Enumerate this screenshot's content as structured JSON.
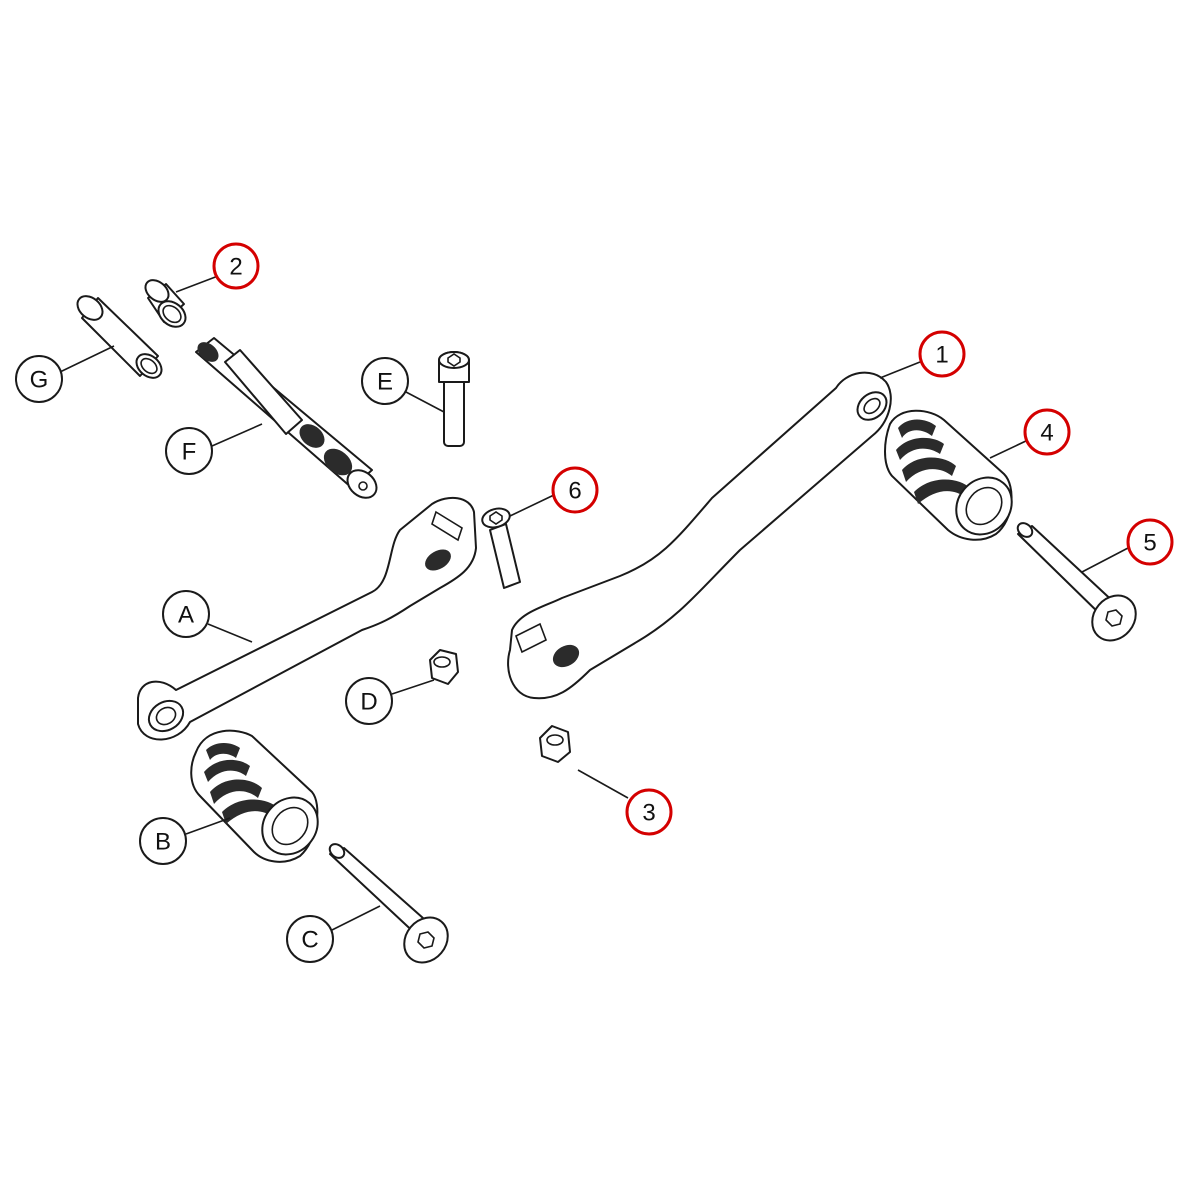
{
  "callouts": {
    "A": "A",
    "B": "B",
    "C": "C",
    "D": "D",
    "E": "E",
    "F": "F",
    "G": "G",
    "n1": "1",
    "n2": "2",
    "n3": "3",
    "n4": "4",
    "n5": "5",
    "n6": "6"
  },
  "colors": {
    "line": "#1a1a1a",
    "highlight": "#d40000",
    "background": "#ffffff"
  }
}
